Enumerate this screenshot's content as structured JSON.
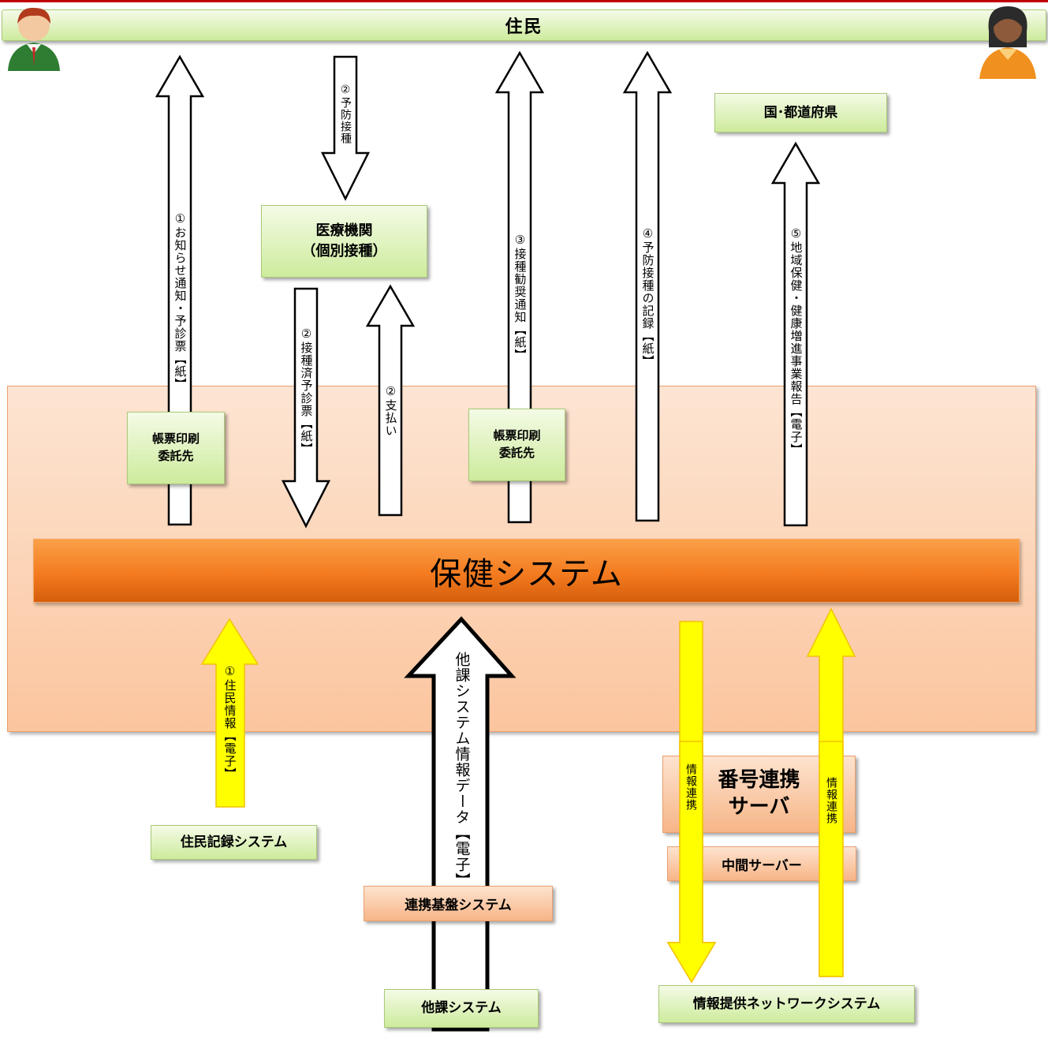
{
  "header": {
    "title": "住民"
  },
  "boxes": {
    "kuni": "国･都道府県",
    "iryo_line1": "医療機関",
    "iryo_line2": "（個別接種）",
    "chohyo1_line1": "帳票印刷",
    "chohyo1_line2": "委託先",
    "chohyo2_line1": "帳票印刷",
    "chohyo2_line2": "委託先",
    "hoken": "保健システム",
    "jumin_kiroku": "住民記録システム",
    "renkei_kiban": "連携基盤システム",
    "taka": "他課システム",
    "bango_line1": "番号連携",
    "bango_line2": "サーバ",
    "chukan": "中間サーバー",
    "joho_teikyo": "情報提供ネットワークシステム"
  },
  "arrows": {
    "oshirase": "①お知らせ通知・予診票【紙】",
    "yobo_sesshu": "②予防接種",
    "sesshu_zumi": "②接種済予診票【紙】",
    "shiharai": "②支払い",
    "kansho": "③接種勧奨通知【紙】",
    "kiroku": "④予防接種の記録【紙】",
    "hokoku": "⑤地域保健・健康増進事業報告【電子】",
    "jumin_joho": "①住民情報【電子】",
    "taka_data": "他課システム情報データ【電子】",
    "renkei_down": "情報連携",
    "renkei_up": "情報連携"
  },
  "colors": {
    "header_border": "#c00000",
    "green_box": "#cdeb9c",
    "orange_panel": "#fde3cf",
    "hoken_bar": "#f4781f",
    "yellow_arrow": "#ffff00"
  }
}
